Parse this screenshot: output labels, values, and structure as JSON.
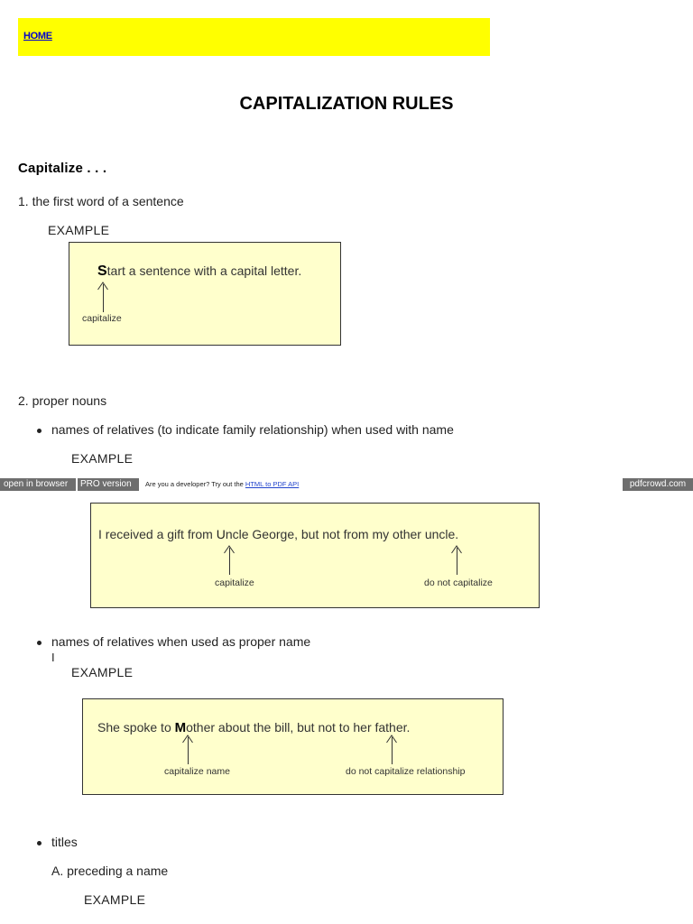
{
  "nav": {
    "home_label": "HOME"
  },
  "page_title": "CAPITALIZATION RULES",
  "section_heading": "Capitalize . . .",
  "items": {
    "first": {
      "number": "1.",
      "text": "the first word of a sentence"
    },
    "second": {
      "number": "2.",
      "text": "proper nouns"
    }
  },
  "example_label": "EXAMPLE",
  "example1": {
    "cap_letter": "S",
    "rest": "tart a sentence with a capital letter.",
    "note": "capitalize"
  },
  "bullets": {
    "relatives_with_name": "names of relatives (to indicate family relationship) when used with name",
    "relatives_proper": "names of relatives when used as proper name",
    "relatives_proper_cursor": "I",
    "titles": "titles"
  },
  "example2": {
    "part1": "I received a gift from ",
    "cap_letter": "U",
    "part2": "ncle George, but not from my other uncle.",
    "note_left": "capitalize",
    "note_right": "do not capitalize"
  },
  "example3": {
    "part1": "She spoke to ",
    "cap_letter": "M",
    "part2": "other about the bill, but not to her father.",
    "note_left": "capitalize name",
    "note_right": "do not capitalize relationship"
  },
  "titles_sub": {
    "letter": "A.",
    "text": "preceding a name"
  },
  "pdfcrowd": {
    "open_in_browser": "open in browser",
    "pro_version": "PRO version",
    "developer_text": "Are you a developer? Try out the ",
    "api_link": "HTML to PDF API",
    "site": "pdfcrowd.com"
  }
}
